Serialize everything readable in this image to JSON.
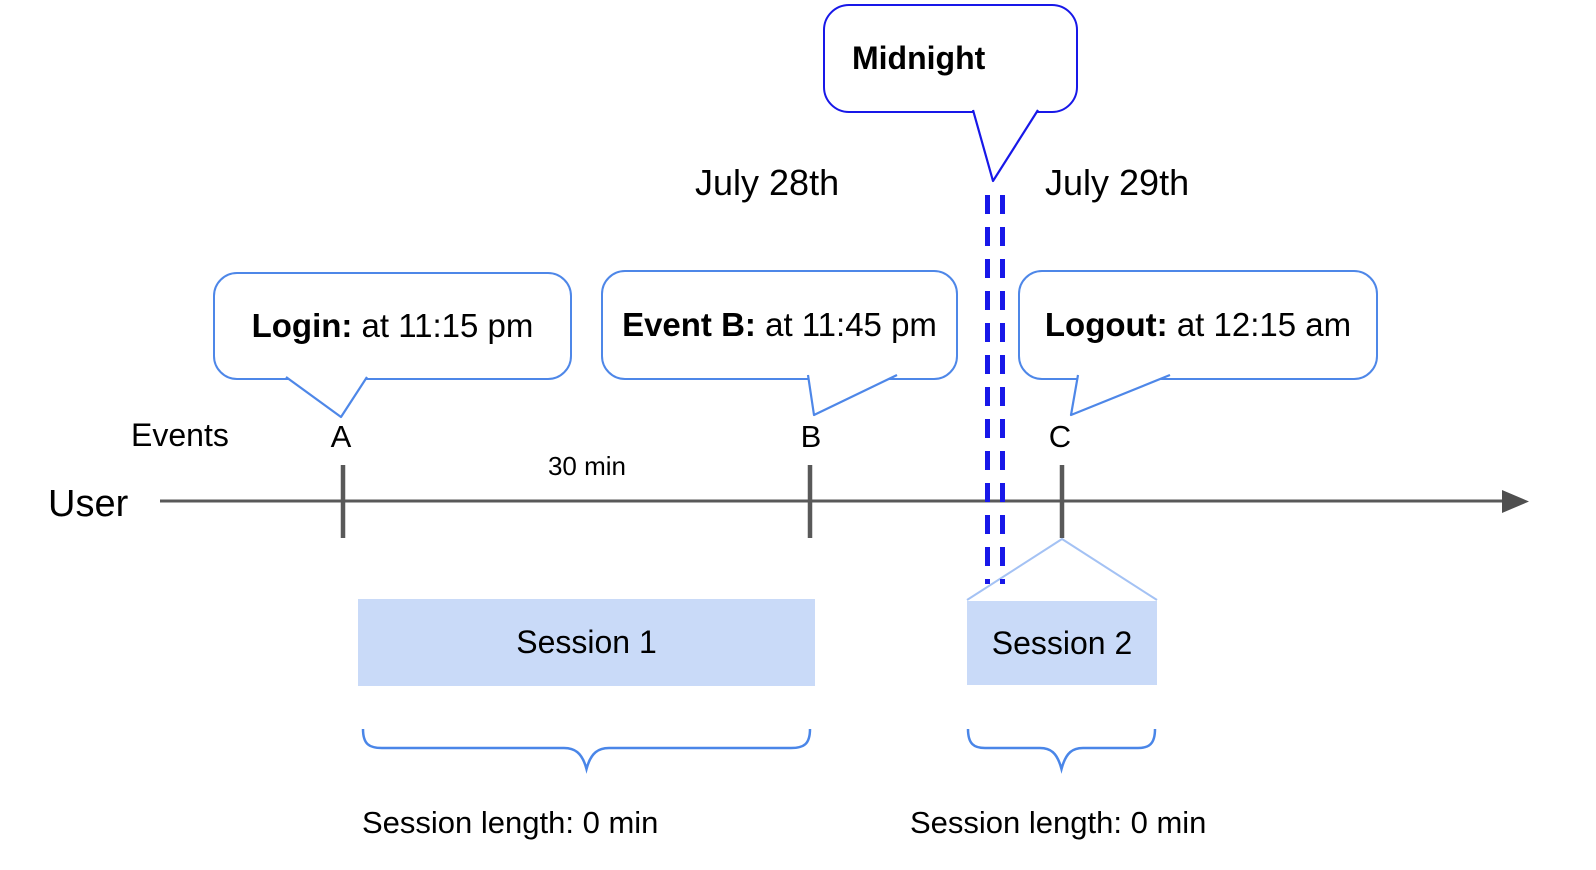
{
  "title": "User session across midnight timeline diagram",
  "dates": {
    "before": "July 28th",
    "after": "July 29th"
  },
  "callouts": {
    "midnight": {
      "label": "Midnight"
    },
    "login": {
      "bold": "Login:",
      "rest": " at 11:15 pm"
    },
    "event_b": {
      "bold": "Event B:",
      "rest": " at 11:45 pm"
    },
    "logout": {
      "bold": "Logout:",
      "rest": " at 12:15 am"
    }
  },
  "timeline": {
    "events_label": "Events",
    "row_label": "User",
    "markers": [
      "A",
      "B",
      "C"
    ],
    "interval_label": "30 min"
  },
  "sessions": [
    {
      "name": "Session 1",
      "length_label": "Session length: 0 min"
    },
    {
      "name": "Session 2",
      "length_label": "Session length: 0 min"
    }
  ],
  "colors": {
    "callout_border": "#4e87e8",
    "midnight_border": "#1818e8",
    "midnight_dash": "#1818e8",
    "session_fill": "#c9daf8",
    "expand_line": "#a4c2f4",
    "brace_blue": "#4a86e8",
    "axis_gray": "#595959",
    "arrow_gray": "#4f4f4f",
    "text_black": "#000000"
  }
}
